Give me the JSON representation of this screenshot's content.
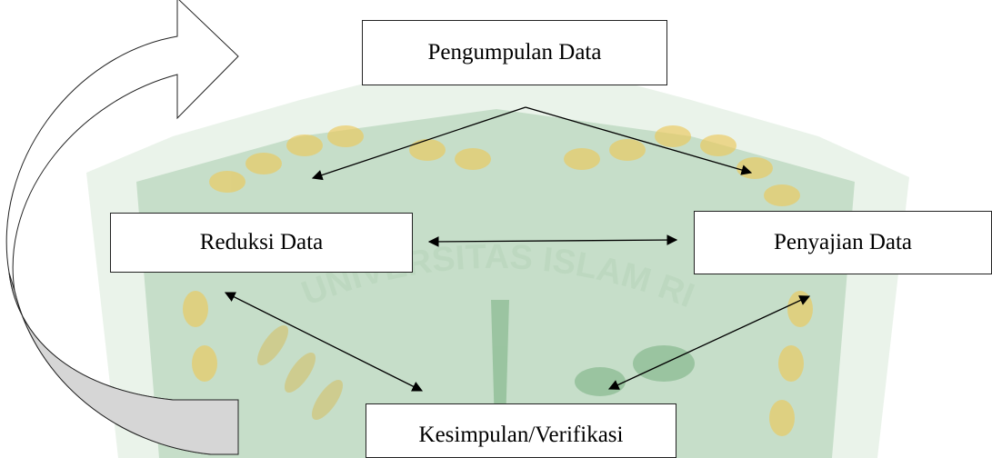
{
  "watermark": {
    "text": "UNIVERSITAS ISLAM RIAU",
    "colors": {
      "green": "#3f8a4f",
      "gold": "#e8c860",
      "light_green": "#d8ead8"
    }
  },
  "boxes": {
    "pengumpulan": "Pengumpulan Data",
    "reduksi": "Reduksi Data",
    "penyajian": "Penyajian Data",
    "kesimpulan": "Kesimpulan/Verifikasi"
  },
  "connectors": [
    {
      "from": "pengumpulan",
      "to": "reduksi",
      "direction": "one-way"
    },
    {
      "from": "pengumpulan",
      "to": "penyajian",
      "direction": "one-way"
    },
    {
      "from": "reduksi",
      "to": "penyajian",
      "direction": "two-way"
    },
    {
      "from": "reduksi",
      "to": "kesimpulan",
      "direction": "two-way"
    },
    {
      "from": "penyajian",
      "to": "kesimpulan",
      "direction": "two-way"
    }
  ],
  "cycle_arrow": {
    "from": "kesimpulan",
    "to": "pengumpulan",
    "shape": "curved-block-arrow"
  }
}
